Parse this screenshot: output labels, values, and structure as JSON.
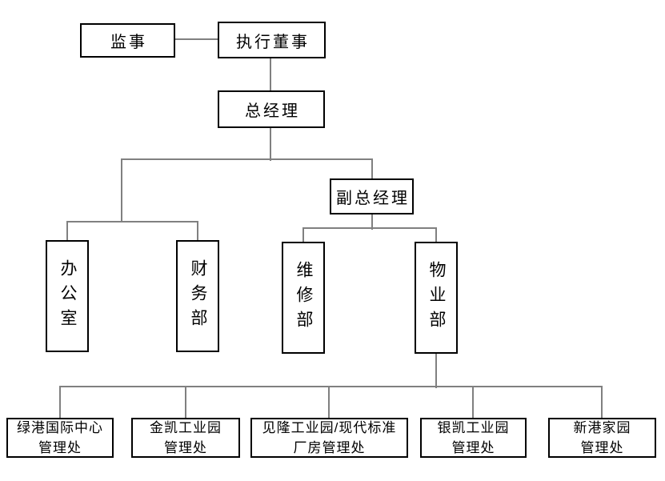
{
  "colors": {
    "background": "#ffffff",
    "connector": "#808080",
    "box_border": "#000000",
    "text": "#000000"
  },
  "chart_title": "",
  "nodes": {
    "supervisor": {
      "label": "监事"
    },
    "executive_director": {
      "label": "执行董事"
    },
    "general_manager": {
      "label": "总经理"
    },
    "deputy_general_manager": {
      "label": "副总经理"
    },
    "office": {
      "label": "办公室"
    },
    "finance_dept": {
      "label": "财务部"
    },
    "maintenance_dept": {
      "label": "维修部"
    },
    "property_dept": {
      "label": "物业部"
    },
    "lvgang_intl_center_office": {
      "label": "绿港国际中心\n管理处"
    },
    "jinkai_industrial_park_office": {
      "label": "金凯工业园\n管理处"
    },
    "jianlong_modern_standard_plant_office": {
      "label": "见隆工业园/现代标准\n厂房管理处"
    },
    "yinkai_industrial_park_office": {
      "label": "银凯工业园\n管理处"
    },
    "xingang_home_office": {
      "label": "新港家园\n管理处"
    }
  },
  "edges": [
    "supervisor - executive_director",
    "executive_director - general_manager",
    "general_manager - office",
    "general_manager - finance_dept",
    "general_manager - deputy_general_manager",
    "deputy_general_manager - maintenance_dept",
    "deputy_general_manager - property_dept",
    "property_dept - lvgang_intl_center_office",
    "property_dept - jinkai_industrial_park_office",
    "property_dept - jianlong_modern_standard_plant_office",
    "property_dept - yinkai_industrial_park_office",
    "property_dept - xingang_home_office"
  ]
}
